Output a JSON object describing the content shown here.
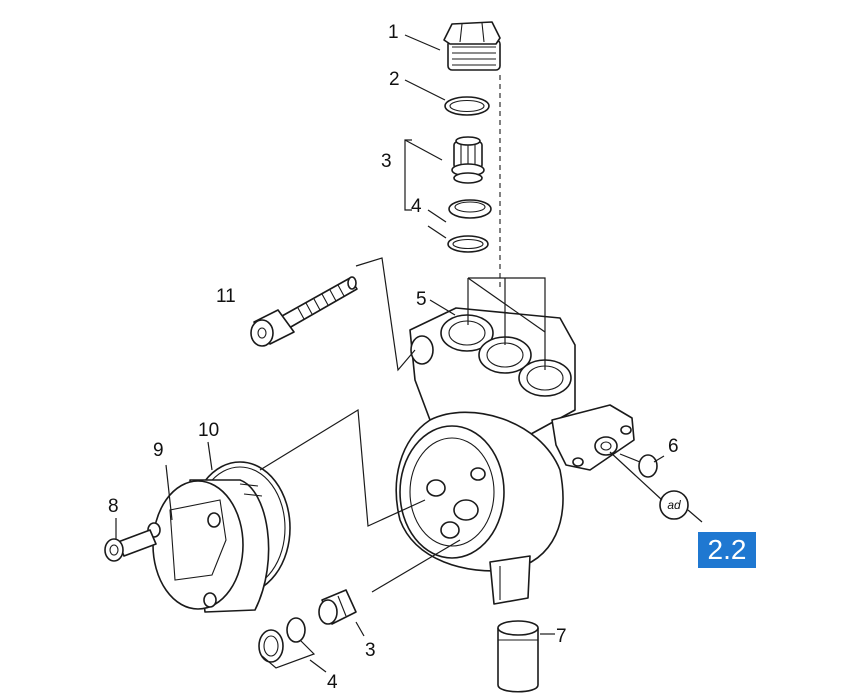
{
  "labels": {
    "p1": "1",
    "p2": "2",
    "p3_top": "3",
    "p4_top": "4",
    "p5": "5",
    "p6": "6",
    "p7": "7",
    "p8": "8",
    "p9": "9",
    "p10": "10",
    "p11": "11",
    "p3_bottom": "3",
    "p4_bottom": "4"
  },
  "reference_mark": "ad",
  "section_badge": "2.2",
  "colors": {
    "badge_background": "#1f78d1",
    "line": "#1a1a1a"
  }
}
